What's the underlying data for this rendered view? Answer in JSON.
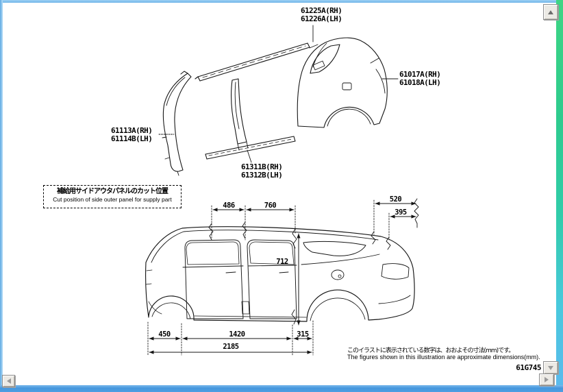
{
  "parts": [
    {
      "id": "roof-side-outer-panel",
      "label_rh": "61225A(RH)",
      "label_lh": "61226A(LH)"
    },
    {
      "id": "quarter-panel",
      "label_rh": "61017A(RH)",
      "label_lh": "61018A(LH)"
    },
    {
      "id": "front-pillar-outer",
      "label_rh": "61113A(RH)",
      "label_lh": "61114B(LH)"
    },
    {
      "id": "rocker-outer-panel",
      "label_rh": "61311B(RH)",
      "label_lh": "61312B(LH)"
    }
  ],
  "cut_note": {
    "jp": "補給用サイドアウタパネルのカット位置",
    "en": "Cut position of side outer panel for supply part"
  },
  "dimensions_mm": {
    "front_upper": "486",
    "mid_upper": "760",
    "rear_upper": "520",
    "rear_lower": "395",
    "cut_height": "712",
    "front_lower": "450",
    "mid_lower": "1420",
    "rear_cut": "315",
    "overall": "2185"
  },
  "footer": {
    "jp": "このイラストに表示されている数字は、おおよその寸法(mm)です。",
    "en": "The figures shown in this illustration are approximate dimensions(mm).",
    "figure_code": "61G745"
  },
  "scrollbar": {
    "up_icon": "scroll-up-arrow",
    "down_icon": "scroll-down-arrow",
    "left_icon": "scroll-left-arrow",
    "right_icon": "scroll-right-arrow"
  },
  "colors": {
    "frame_blue": "#4d9fe2",
    "frame_green": "#2ecb8e",
    "line": "#151515"
  }
}
